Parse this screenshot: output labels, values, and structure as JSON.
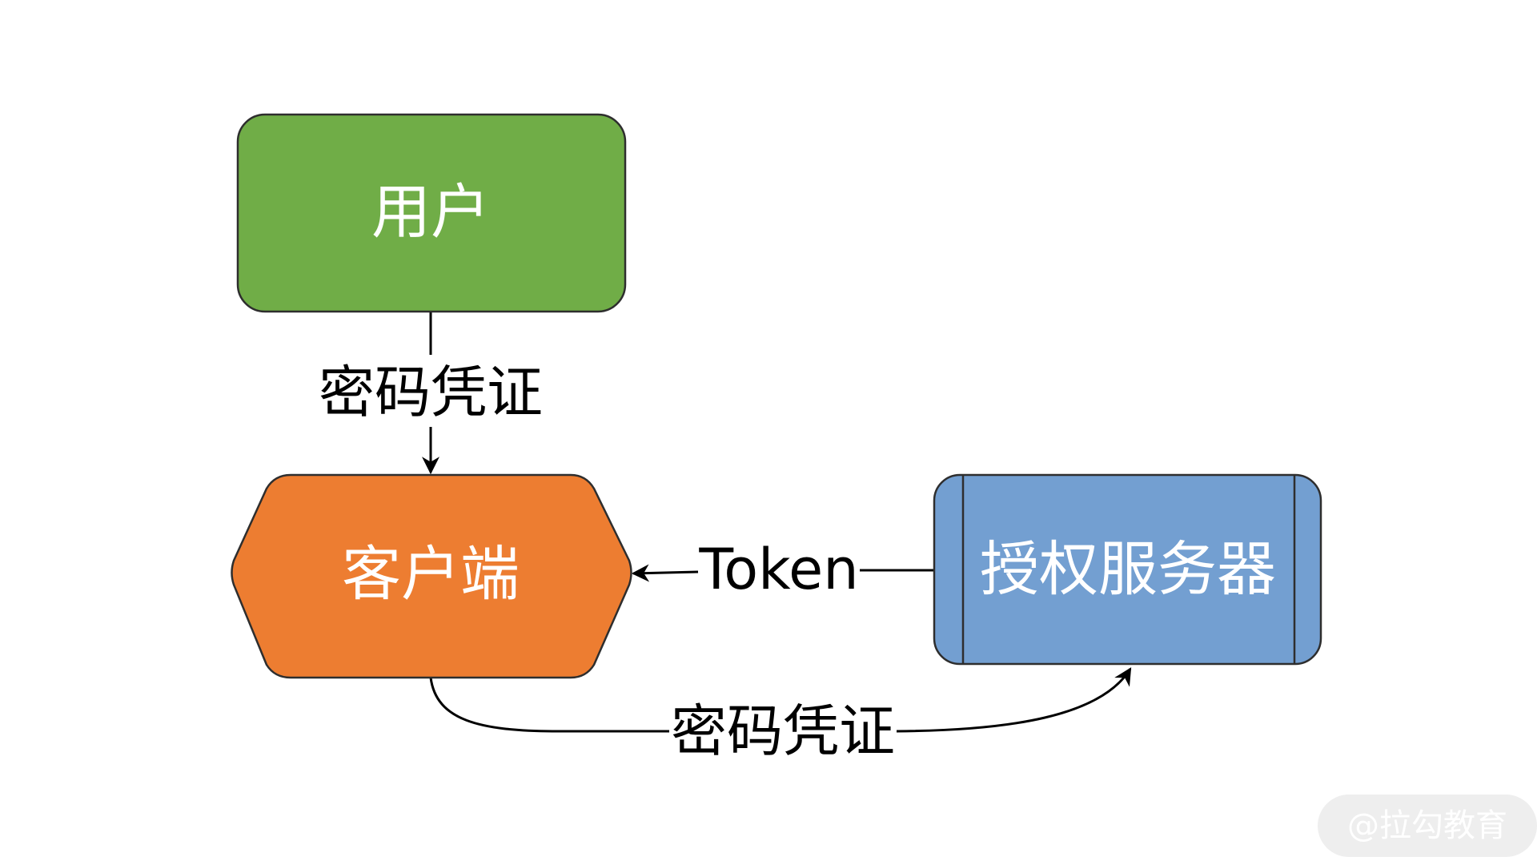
{
  "nodes": {
    "user": {
      "label": "用户",
      "fill": "#70ad47"
    },
    "client": {
      "label": "客户端",
      "fill": "#ed7d31"
    },
    "auth_server": {
      "label": "授权服务器",
      "fill": "#739fd1"
    }
  },
  "edges": {
    "user_to_client": {
      "label": "密码凭证"
    },
    "server_to_client": {
      "label": "Token"
    },
    "client_to_server": {
      "label": "密码凭证"
    }
  },
  "watermark": {
    "text": "@拉勾教育"
  }
}
